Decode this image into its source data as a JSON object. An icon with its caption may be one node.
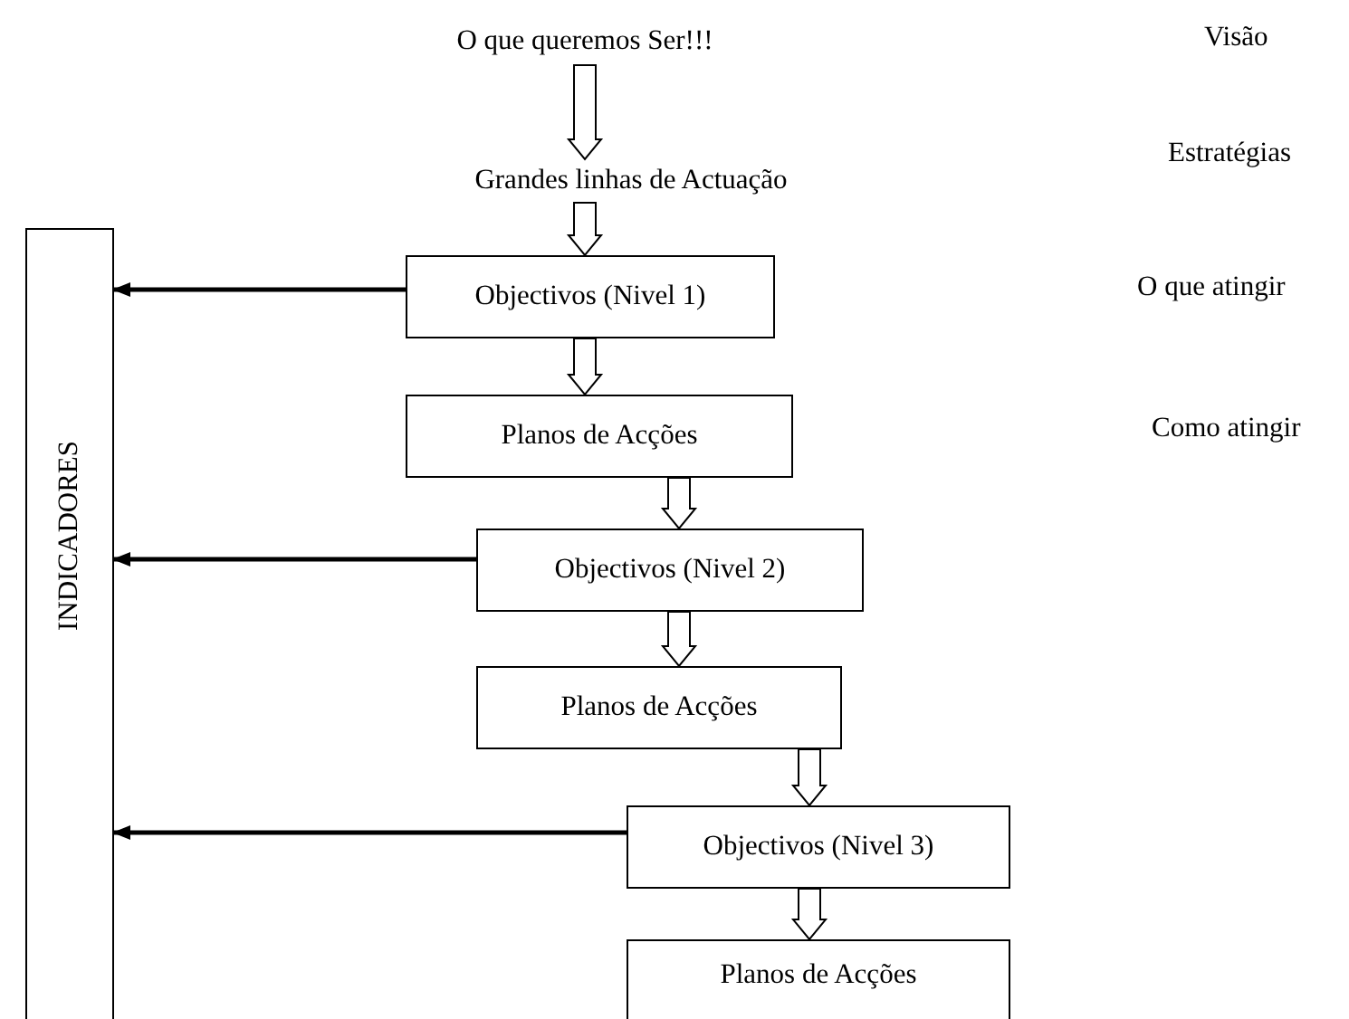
{
  "diagram": {
    "nodes": [
      {
        "text": [
          "O que queremos Ser!!!"
        ]
      },
      {
        "text": [
          "Grandes linhas de Actuação"
        ]
      },
      {
        "text": [
          "INDICADORES"
        ]
      },
      {
        "text": [
          "Objectivos (Nivel 1)"
        ]
      },
      {
        "text": [
          "Planos de Acções"
        ]
      },
      {
        "text": [
          "Objectivos (Nivel 2)"
        ]
      },
      {
        "text": [
          "Planos de Acções"
        ]
      },
      {
        "text": [
          "Objectivos (Nivel 3)"
        ]
      },
      {
        "text": [
          "Planos de Acções"
        ]
      }
    ],
    "edges": [
      {
        "from": 0,
        "to": 1,
        "arrow": "to"
      },
      {
        "from": 1,
        "to": 3,
        "arrow": "to"
      },
      {
        "from": 3,
        "to": 4,
        "arrow": "to"
      },
      {
        "from": 4,
        "to": 5,
        "arrow": "to"
      },
      {
        "from": 5,
        "to": 6,
        "arrow": "to"
      },
      {
        "from": 6,
        "to": 7,
        "arrow": "to"
      },
      {
        "from": 7,
        "to": 8,
        "arrow": "to"
      },
      {
        "from": 3,
        "to": 2,
        "arrow": "to"
      },
      {
        "from": 5,
        "to": 2,
        "arrow": "to"
      },
      {
        "from": 7,
        "to": 2,
        "arrow": "to"
      }
    ],
    "labels": [
      "Visão",
      "Estratégias",
      "O que atingir",
      "Como atingir"
    ]
  }
}
